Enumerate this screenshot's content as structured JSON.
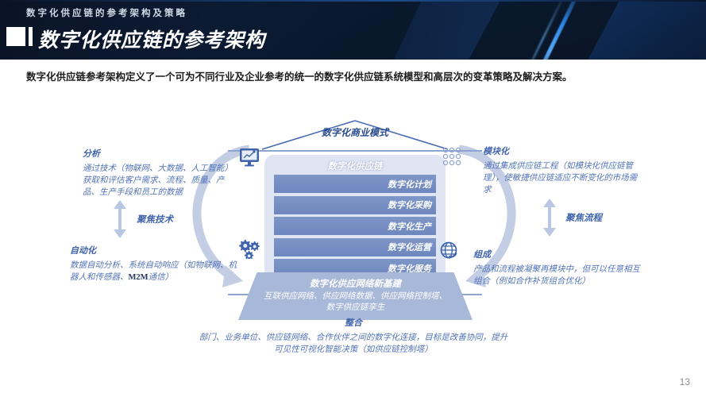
{
  "header": {
    "kicker": "数字化供应链的参考架构及策略",
    "title": "数字化供应链的参考架构"
  },
  "lead_paragraph": "数字化供应链参考架构定义了一个可为不同行业及企业参考的统一的数字化供应链系统模型和高层次的变革策略及解决方案。",
  "diagram": {
    "roof_label": "数字化商业模式",
    "panel_title": "数字化供应链",
    "bars": [
      "数字化计划",
      "数字化采购",
      "数字化生产",
      "数字化运营",
      "数字化服务"
    ],
    "foundation": {
      "title": "数字化供应网络新基建",
      "detail": "互联供应网络、供应网络数据、供应网络控制塔、数字供应链孪生"
    },
    "icons": {
      "monitor": "monitor-chart-icon",
      "gears": "gears-icon",
      "grid": "module-grid-icon",
      "globe": "globe-icon"
    }
  },
  "blocks": {
    "analysis": {
      "title": "分析",
      "text": "通过技术（物联网、大数据、人工智能）获取和评估客户需求、流程、质量、产品、生产手段和员工的数据"
    },
    "automation": {
      "title": "自动化",
      "text_before": "数据自动分析、系统自动响应（如物联网、机器人和传感器、",
      "text_bold": "M2M",
      "text_after": "通信）"
    },
    "modularization": {
      "title": "模块化",
      "text": "通过集成供应链工程（如模块化供应链管理），使敏捷供应链适应不断变化的市场需求"
    },
    "composition": {
      "title": "组成",
      "text": "产品和流程被凝聚再模块中，但可以任意相互组合（例如合作补货组合优化）"
    },
    "integration": {
      "title": "整合",
      "text": "部门、业务单位、供应链网络、合作伙伴之间的数字化连接，目标是改善协同，提升可见性可视化智能决策（如供应链控制塔）"
    }
  },
  "focus_labels": {
    "left": "聚焦技术",
    "right": "聚焦流程"
  },
  "page_number": "13",
  "colors": {
    "header_dark": "#0d1b30",
    "accent_blue": "#2f86e8",
    "text_blue": "#4a6bb5",
    "bar_blue": "#6d86bd",
    "panel_bg": "#dfe5f3",
    "trapezoid": "#a8b8d8"
  }
}
